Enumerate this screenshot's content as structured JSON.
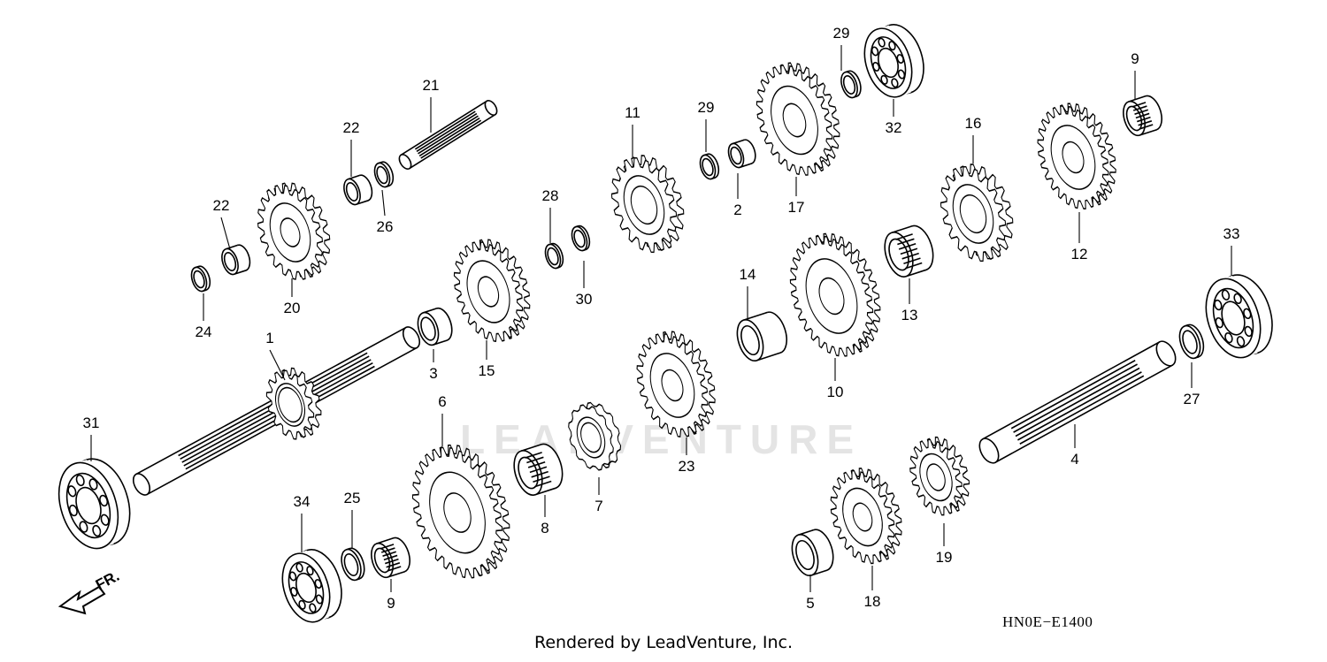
{
  "diagram_code": "HN0E−E1400",
  "footer_text": "Rendered by LeadVenture, Inc.",
  "watermark_text": "LEADVENTURE",
  "direction_label": "FR.",
  "colors": {
    "line": "#000000",
    "background": "#ffffff",
    "watermark": "#e4e4e4"
  },
  "callouts": [
    {
      "id": "p1",
      "label": "1"
    },
    {
      "id": "p2",
      "label": "2"
    },
    {
      "id": "p3",
      "label": "3"
    },
    {
      "id": "p4",
      "label": "4"
    },
    {
      "id": "p5",
      "label": "5"
    },
    {
      "id": "p6",
      "label": "6"
    },
    {
      "id": "p7",
      "label": "7"
    },
    {
      "id": "p8",
      "label": "8"
    },
    {
      "id": "p9a",
      "label": "9"
    },
    {
      "id": "p9b",
      "label": "9"
    },
    {
      "id": "p10",
      "label": "10"
    },
    {
      "id": "p11",
      "label": "11"
    },
    {
      "id": "p12",
      "label": "12"
    },
    {
      "id": "p13",
      "label": "13"
    },
    {
      "id": "p14",
      "label": "14"
    },
    {
      "id": "p15",
      "label": "15"
    },
    {
      "id": "p16",
      "label": "16"
    },
    {
      "id": "p17",
      "label": "17"
    },
    {
      "id": "p18",
      "label": "18"
    },
    {
      "id": "p19",
      "label": "19"
    },
    {
      "id": "p20",
      "label": "20"
    },
    {
      "id": "p21",
      "label": "21"
    },
    {
      "id": "p22a",
      "label": "22"
    },
    {
      "id": "p22b",
      "label": "22"
    },
    {
      "id": "p23",
      "label": "23"
    },
    {
      "id": "p24",
      "label": "24"
    },
    {
      "id": "p25",
      "label": "25"
    },
    {
      "id": "p26",
      "label": "26"
    },
    {
      "id": "p27",
      "label": "27"
    },
    {
      "id": "p28",
      "label": "28"
    },
    {
      "id": "p29a",
      "label": "29"
    },
    {
      "id": "p29b",
      "label": "29"
    },
    {
      "id": "p30",
      "label": "30"
    },
    {
      "id": "p31",
      "label": "31"
    },
    {
      "id": "p32",
      "label": "32"
    },
    {
      "id": "p33",
      "label": "33"
    },
    {
      "id": "p34",
      "label": "34"
    }
  ]
}
